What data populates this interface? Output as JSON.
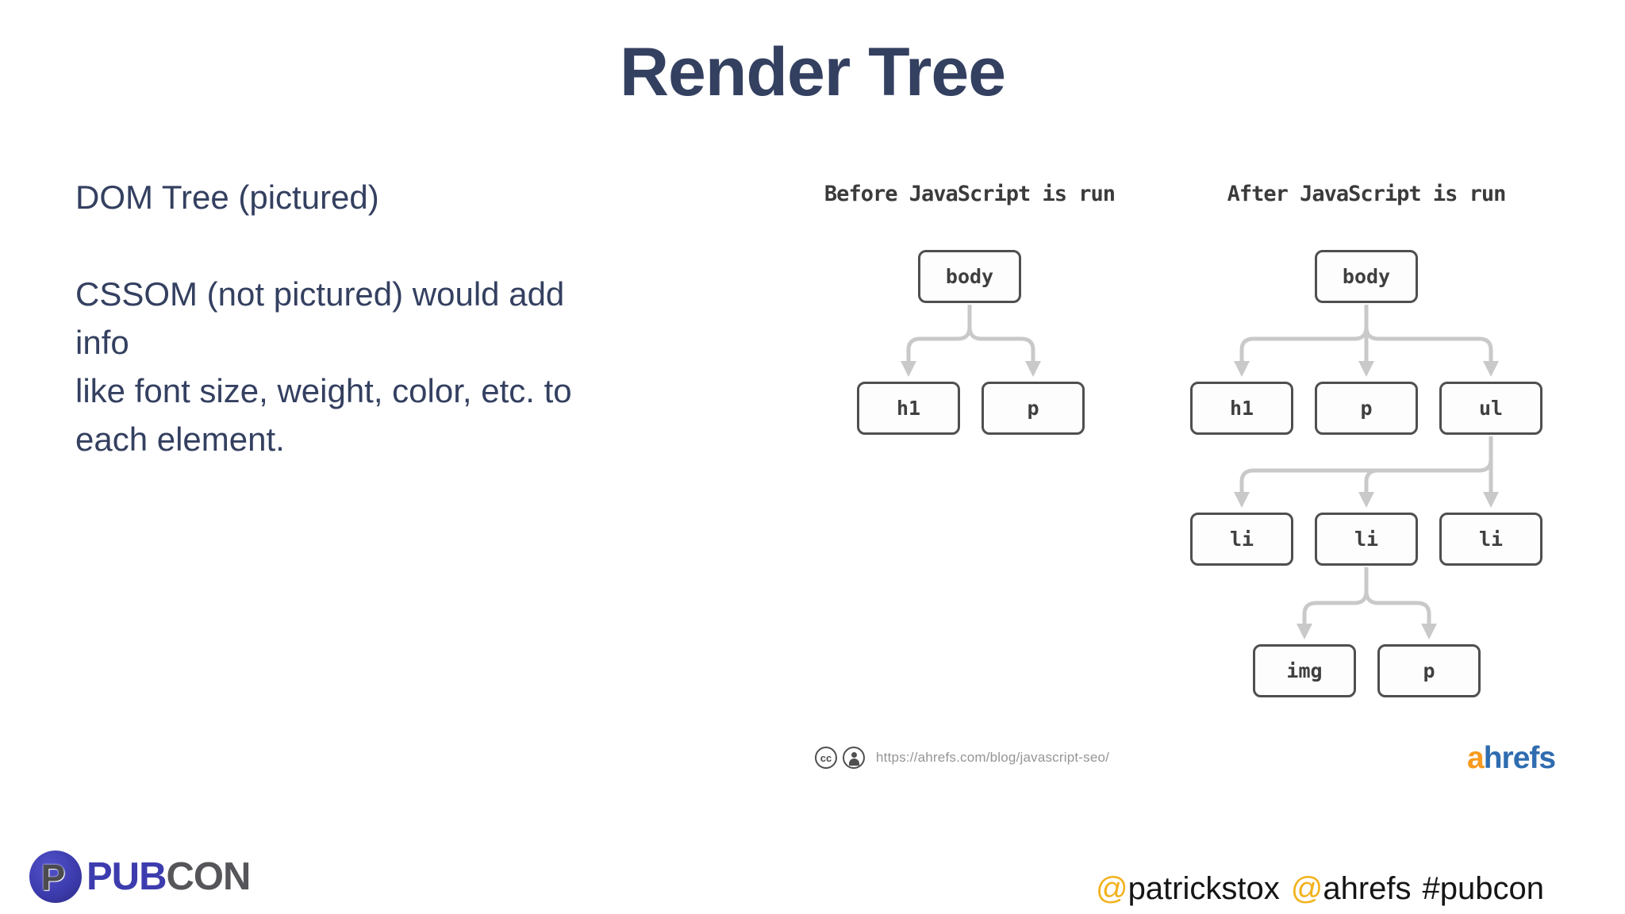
{
  "title": "Render Tree",
  "left_text": {
    "dom": "DOM Tree (pictured)",
    "cssom_lines": [
      "CSSOM (not pictured) would add info",
      "like font size, weight, color, etc. to",
      "each element."
    ]
  },
  "before_tree": {
    "title": "Before JavaScript is run",
    "body": "body",
    "h1": "h1",
    "p": "p"
  },
  "after_tree": {
    "title": "After JavaScript is run",
    "body": "body",
    "h1": "h1",
    "p": "p",
    "ul": "ul",
    "li1": "li",
    "li2": "li",
    "li3": "li",
    "img": "img",
    "p2": "p"
  },
  "attribution": {
    "cc": "cc",
    "url": "https://ahrefs.com/blog/javascript-seo/"
  },
  "ahrefs_logo": {
    "a": "a",
    "hrefs": "hrefs"
  },
  "pubcon_logo": {
    "p": "P",
    "pub": "PUB",
    "con": "CON"
  },
  "social": {
    "at1": "@",
    "handle1": "patrickstox",
    "at2": "@",
    "handle2": "ahrefs",
    "hashtag": "#pubcon"
  },
  "colors": {
    "navy_text": "#344060",
    "diagram_dark": "#3f3f3f",
    "arrow_gray": "#c9c9c9",
    "ahrefs_orange": "#f79a1f",
    "ahrefs_blue": "#2f6cb0",
    "pubcon_indigo": "#3d3cae",
    "pubcon_gray": "#55555a",
    "at_yellow": "#f2b21d"
  }
}
